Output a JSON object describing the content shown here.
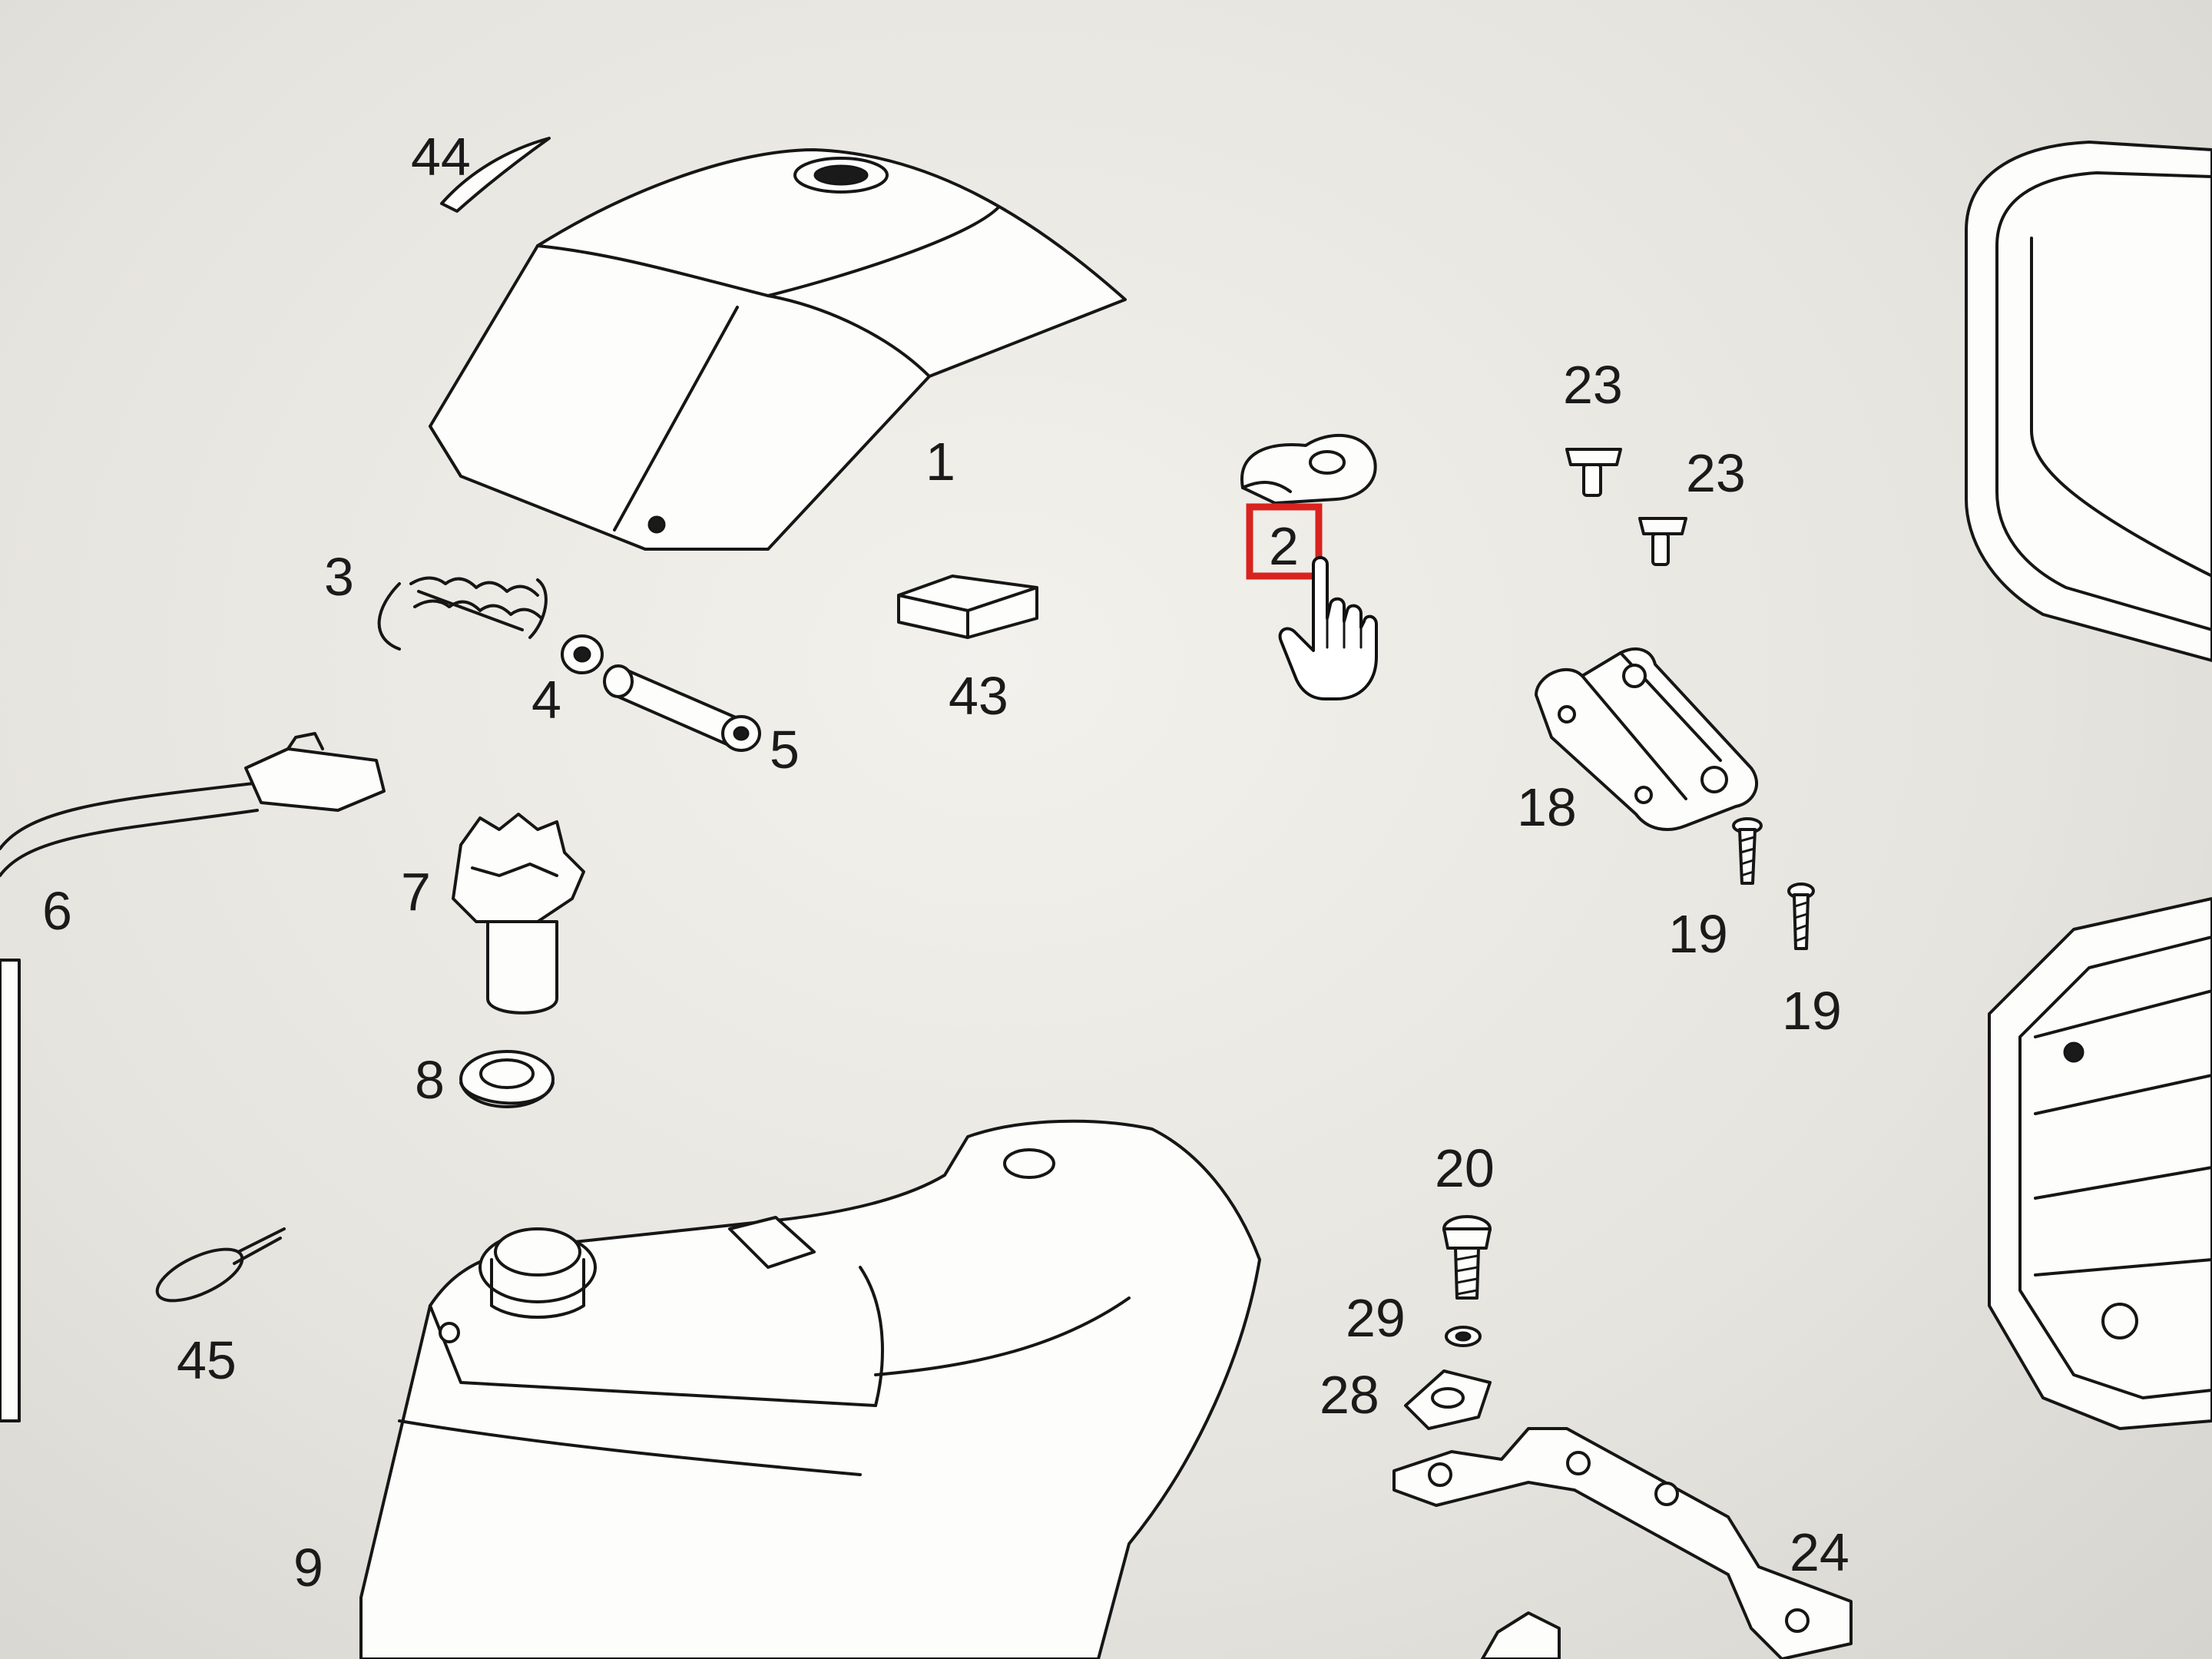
{
  "diagram": {
    "callouts": [
      {
        "id": "44",
        "label": "44"
      },
      {
        "id": "1",
        "label": "1"
      },
      {
        "id": "2",
        "label": "2",
        "selected": true
      },
      {
        "id": "23a",
        "label": "23"
      },
      {
        "id": "23b",
        "label": "23"
      },
      {
        "id": "3",
        "label": "3"
      },
      {
        "id": "4",
        "label": "4"
      },
      {
        "id": "5",
        "label": "5"
      },
      {
        "id": "43",
        "label": "43"
      },
      {
        "id": "18",
        "label": "18"
      },
      {
        "id": "19a",
        "label": "19"
      },
      {
        "id": "19b",
        "label": "19"
      },
      {
        "id": "6",
        "label": "6"
      },
      {
        "id": "7",
        "label": "7"
      },
      {
        "id": "8",
        "label": "8"
      },
      {
        "id": "20",
        "label": "20"
      },
      {
        "id": "29",
        "label": "29"
      },
      {
        "id": "28",
        "label": "28"
      },
      {
        "id": "45",
        "label": "45"
      },
      {
        "id": "9",
        "label": "9"
      },
      {
        "id": "24",
        "label": "24"
      }
    ],
    "highlight_color": "#d8231f",
    "cursor_icon": "pointer-hand-icon"
  }
}
